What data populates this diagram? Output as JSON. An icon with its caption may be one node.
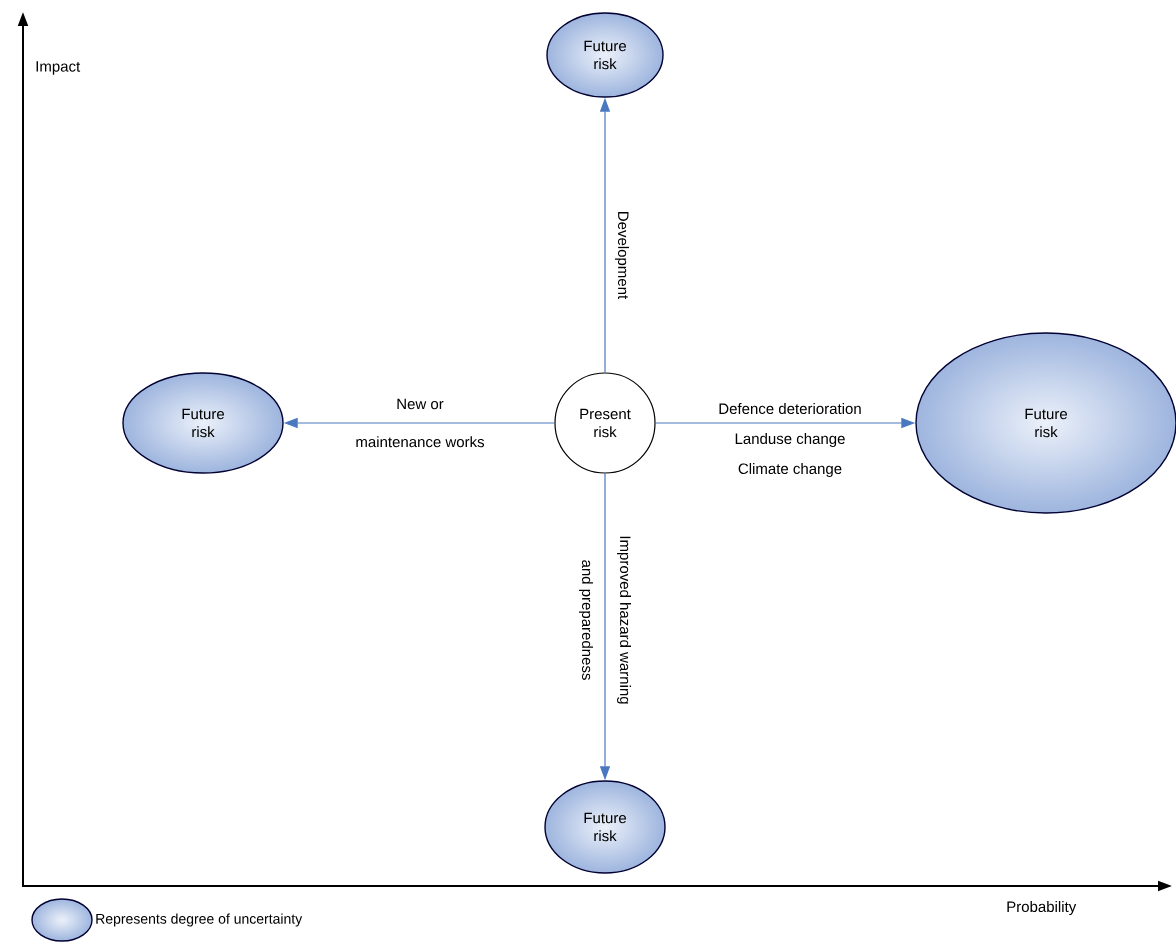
{
  "diagram": {
    "nodes": [
      {
        "text": [
          "Future risk"
        ]
      },
      {
        "text": [
          "Future risk"
        ]
      },
      {
        "text": [
          "Present risk"
        ]
      },
      {
        "text": [
          "Future risk"
        ]
      },
      {
        "text": [
          "Future risk"
        ]
      }
    ],
    "edges": [
      {
        "from": 2,
        "to": 0,
        "arrow": "to",
        "label": "Development"
      },
      {
        "from": 2,
        "to": 1,
        "arrow": "to",
        "label": "New or maintenance works"
      },
      {
        "from": 2,
        "to": 3,
        "arrow": "to",
        "label": "Defence deterioration Landuse change Climate change"
      },
      {
        "from": 2,
        "to": 4,
        "arrow": "to",
        "label": "Improved hazard warning and preparedness"
      }
    ],
    "labels": [
      "Impact",
      "Probability"
    ],
    "legend": [
      {
        "text": "Represents degree of uncertainty"
      }
    ]
  }
}
